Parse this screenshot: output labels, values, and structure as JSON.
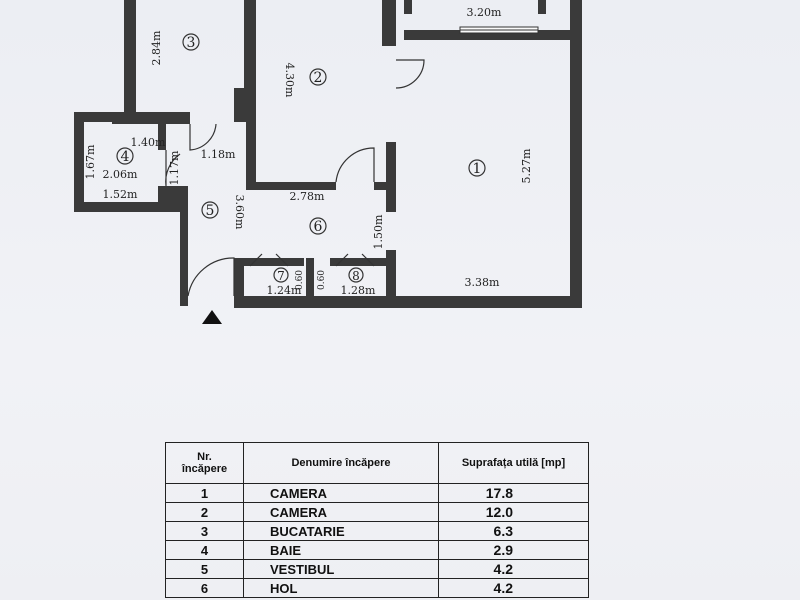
{
  "plan": {
    "dimensions": {
      "r3_height": "2.84m",
      "r2_height": "4.30m",
      "r1_top_width": "3.20m",
      "r1_height": "5.27m",
      "r1_bottom_width": "3.38m",
      "r4_top": "1.40m",
      "r4_width": "2.06m",
      "r4_height": "1.67m",
      "r4_bottom": "1.52m",
      "r4_side": "1.17m",
      "r5_top": "1.18m",
      "r5_height": "3.60m",
      "r6_width": "2.78m",
      "r6_height": "1.50m",
      "r7_width": "1.24m",
      "r7_side": "0.60",
      "r8_side": "0.60",
      "r8_width": "1.28m"
    },
    "room_numbers": [
      "1",
      "2",
      "3",
      "4",
      "5",
      "6",
      "7",
      "8"
    ]
  },
  "table": {
    "headers": {
      "nr": "Nr.\nîncăpere",
      "name": "Denumire încăpere",
      "area": "Suprafața utilă [mp]"
    },
    "rows": [
      {
        "nr": "1",
        "name": "CAMERA",
        "area": "17.8"
      },
      {
        "nr": "2",
        "name": "CAMERA",
        "area": "12.0"
      },
      {
        "nr": "3",
        "name": "BUCATARIE",
        "area": "6.3"
      },
      {
        "nr": "4",
        "name": "BAIE",
        "area": "2.9"
      },
      {
        "nr": "5",
        "name": "VESTIBUL",
        "area": "4.2"
      },
      {
        "nr": "6",
        "name": "HOL",
        "area": "4.2"
      }
    ]
  }
}
